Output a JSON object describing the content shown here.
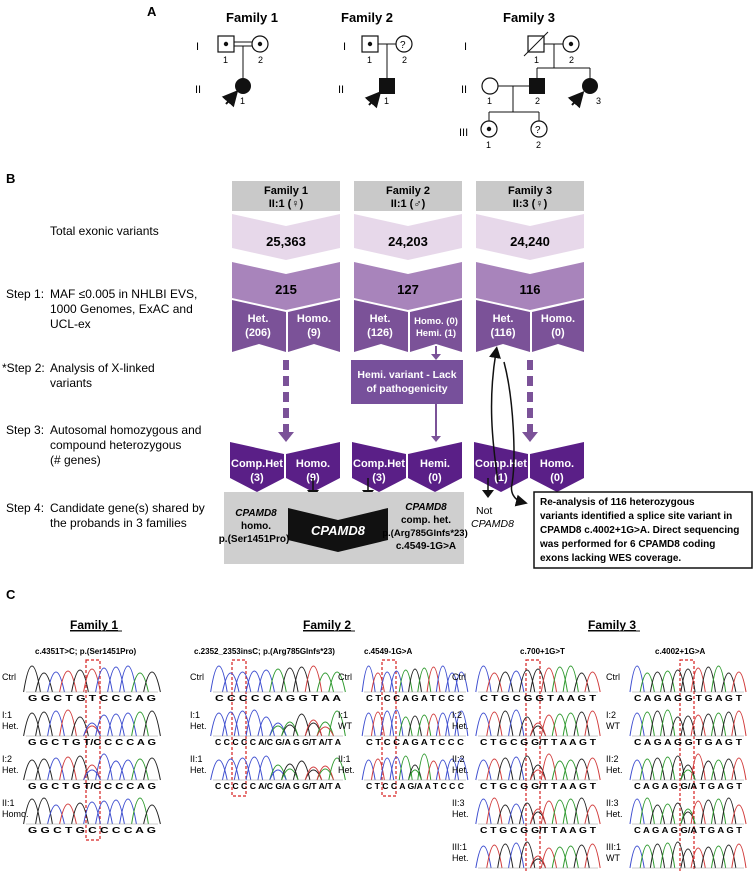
{
  "panelA": {
    "label": "A",
    "families": [
      {
        "title": "Family 1"
      },
      {
        "title": "Family 2"
      },
      {
        "title": "Family 3"
      }
    ],
    "gen_I": "I",
    "gen_II": "II",
    "gen_III": "III",
    "n1": "1",
    "n2": "2",
    "n3": "3",
    "q": "?"
  },
  "panelB": {
    "label": "B",
    "headers": [
      {
        "line1": "Family 1",
        "line2": "II:1 (♀)"
      },
      {
        "line1": "Family 2",
        "line2": "II:1 (♂)"
      },
      {
        "line1": "Family 3",
        "line2": "II:3 (♀)"
      }
    ],
    "total_label": "Total exonic variants",
    "totals": [
      "25,363",
      "24,203",
      "24,240"
    ],
    "step1_prefix": "Step 1:",
    "step1_lines": [
      "MAF ≤0.005 in NHLBI EVS,",
      "1000 Genomes, ExAC and",
      "UCL-ex"
    ],
    "step1_counts": [
      "215",
      "127",
      "116"
    ],
    "het": [
      "Het.",
      "Het.",
      "Het."
    ],
    "het_n": [
      "(206)",
      "(126)",
      "(116)"
    ],
    "homo": "Homo.",
    "homo_n": [
      "(9)",
      "(0)"
    ],
    "f2_homo": "Homo. (0)",
    "f2_hemi": "Hemi. (1)",
    "step2_prefix": "*Step 2:",
    "step2_lines": [
      "Analysis of X-linked",
      "variants"
    ],
    "hemi_box": [
      "Hemi. variant - Lack",
      "of pathogenicity"
    ],
    "step3_prefix": "Step 3:",
    "step3_lines": [
      "Autosomal homozygous and",
      "compound heterozygous",
      "(# genes)"
    ],
    "comp_het": "Comp.Het",
    "comp_het_n": [
      "(3)",
      "(3)",
      "(1)"
    ],
    "f1_homo3": [
      "Homo.",
      "(9)"
    ],
    "f2_hemi3": [
      "Hemi.",
      "(0)"
    ],
    "f3_homo3": [
      "Homo.",
      "(0)"
    ],
    "step4_prefix": "Step 4:",
    "step4_lines": [
      "Candidate gene(s) shared by",
      "the probands in 3 families"
    ],
    "gene": "CPAMD8",
    "left_gene": [
      "CPAMD8",
      "homo.",
      "p.(Ser1451Pro)"
    ],
    "right_gene": [
      "CPAMD8",
      "comp. het.",
      "p.(Arg785Glnfs*23)",
      "c.4549-1G>A"
    ],
    "not": "Not",
    "not_gene": "CPAMD8",
    "reanalysis_lines": [
      "Re-analysis of 116 heterozygous",
      "variants identified a splice site variant in",
      "CPAMD8 c.4002+1G>A. Direct sequencing",
      "was performed for 6 CPAMD8 coding",
      "exons lacking WES coverage."
    ]
  },
  "panelC": {
    "label": "C",
    "family_titles": [
      "Family 1",
      "Family 2",
      "Family 3"
    ],
    "variants": [
      "c.4351T>C; p.(Ser1451Pro)",
      "c.2352_2353insC; p.(Arg785Glnfs*23)",
      "c.4549-1G>A",
      "c.700+1G>T",
      "c.4002+1G>A"
    ],
    "columns": [
      {
        "rows": [
          {
            "l1": "Ctrl",
            "l2": "",
            "seq": "G G C T G T C C C A G"
          },
          {
            "l1": "I:1",
            "l2": "Het.",
            "seq": "G G C T G T/C C C C A G"
          },
          {
            "l1": "I:2",
            "l2": "Het.",
            "seq": "G G C T G T/C C C C A G"
          },
          {
            "l1": "II:1",
            "l2": "Homo.",
            "seq": "G G C T G C C C C A G"
          }
        ]
      },
      {
        "rows": [
          {
            "l1": "Ctrl",
            "l2": "",
            "seq": "C C C C C A G G T A A"
          },
          {
            "l1": "I:1",
            "l2": "Het.",
            "seq": "C C C C C A/C G/A G G/T A/T A"
          },
          {
            "l1": "II:1",
            "l2": "Het.",
            "seq": "C C C C C A/C G/A G G/T A/T A"
          }
        ]
      },
      {
        "rows": [
          {
            "l1": "Ctrl",
            "l2": "",
            "seq": "C T C C A G A T C C C"
          },
          {
            "l1": "I:1",
            "l2": "WT",
            "seq": "C T C C A G A T C C C"
          },
          {
            "l1": "II:1",
            "l2": "Het.",
            "seq": "C T C C A G/A A T C C C"
          }
        ]
      },
      {
        "rows": [
          {
            "l1": "Ctrl",
            "l2": "",
            "seq": "C T G C G G T A A G T"
          },
          {
            "l1": "I:2",
            "l2": "Het.",
            "seq": "C T G C G G/T T A A G T"
          },
          {
            "l1": "II:2",
            "l2": "Het.",
            "seq": "C T G C G G/T T A A G T"
          },
          {
            "l1": "II:3",
            "l2": "Het.",
            "seq": "C T G C G G/T T A A G T"
          },
          {
            "l1": "III:1",
            "l2": "Het.",
            "seq": "C T G C G G/T T A A G T"
          }
        ]
      },
      {
        "rows": [
          {
            "l1": "Ctrl",
            "l2": "",
            "seq": "C A G A G G T G A G T"
          },
          {
            "l1": "I:2",
            "l2": "WT",
            "seq": "C A G A G G T G A G T"
          },
          {
            "l1": "II:2",
            "l2": "Het.",
            "seq": "C A G A G G/A T G A G T"
          },
          {
            "l1": "II:3",
            "l2": "Het.",
            "seq": "C A G A G G/A T G A G T"
          },
          {
            "l1": "III:1",
            "l2": "WT",
            "seq": "C A G A G G T G A G T"
          }
        ]
      }
    ]
  },
  "colors": {
    "header_gray": "#c9c9c9",
    "light_purple": "#e7d8ea",
    "mid_purple": "#a884bb",
    "dark_purple": "#7b5298",
    "deep_purple": "#5a1f87",
    "box_purple": "#77509b",
    "gray_box": "#cfcfcf",
    "trace_A": "#2f9a2f",
    "trace_C": "#3f4fd0",
    "trace_G": "#222222",
    "trace_T": "#d13c3c",
    "highlight": "#d62020"
  }
}
